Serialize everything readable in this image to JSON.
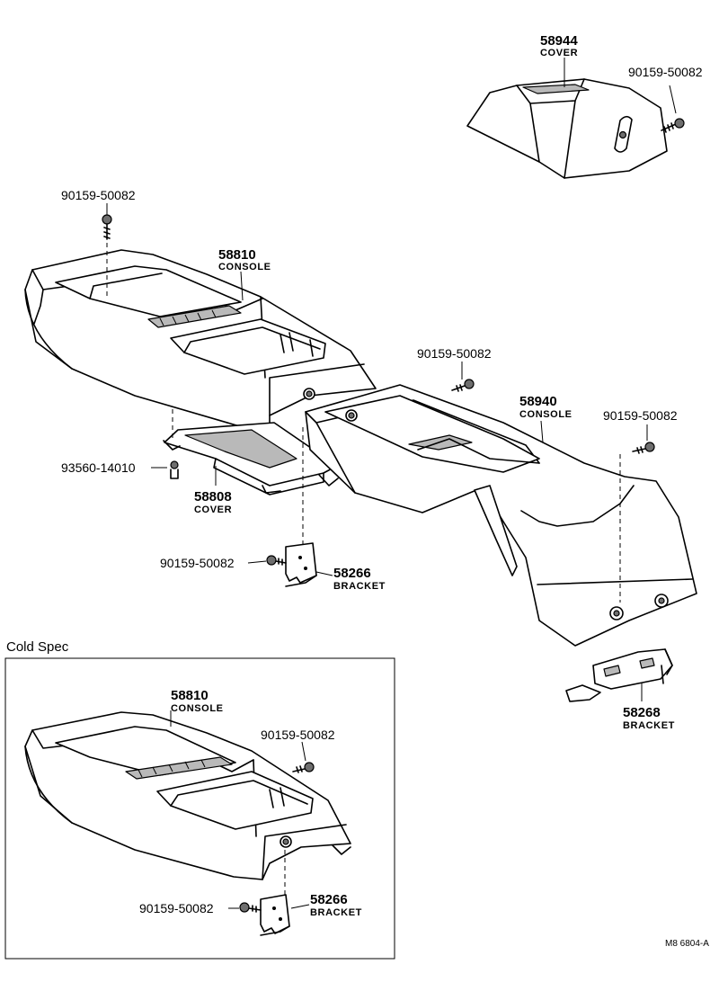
{
  "parts": {
    "cover_top": {
      "number": "58944",
      "name": "COVER"
    },
    "screw_cover": {
      "number": "90159-50082"
    },
    "screw_console": {
      "number": "90159-50082"
    },
    "console_front": {
      "number": "58810",
      "name": "CONSOLE"
    },
    "screw_mid": {
      "number": "90159-50082"
    },
    "console_rear": {
      "number": "58940",
      "name": "CONSOLE"
    },
    "screw_rear": {
      "number": "90159-50082"
    },
    "screw_small": {
      "number": "93560-14010"
    },
    "cover_lower": {
      "number": "58808",
      "name": "COVER"
    },
    "screw_bracket": {
      "number": "90159-50082"
    },
    "bracket_front": {
      "number": "58266",
      "name": "BRACKET"
    },
    "bracket_rear": {
      "number": "58268",
      "name": "BRACKET"
    }
  },
  "cold_spec": {
    "title": "Cold Spec",
    "console": {
      "number": "58810",
      "name": "CONSOLE"
    },
    "screw_upper": {
      "number": "90159-50082"
    },
    "screw_bracket": {
      "number": "90159-50082"
    },
    "bracket": {
      "number": "58266",
      "name": "BRACKET"
    }
  },
  "reference_code": "M8  6804-A"
}
